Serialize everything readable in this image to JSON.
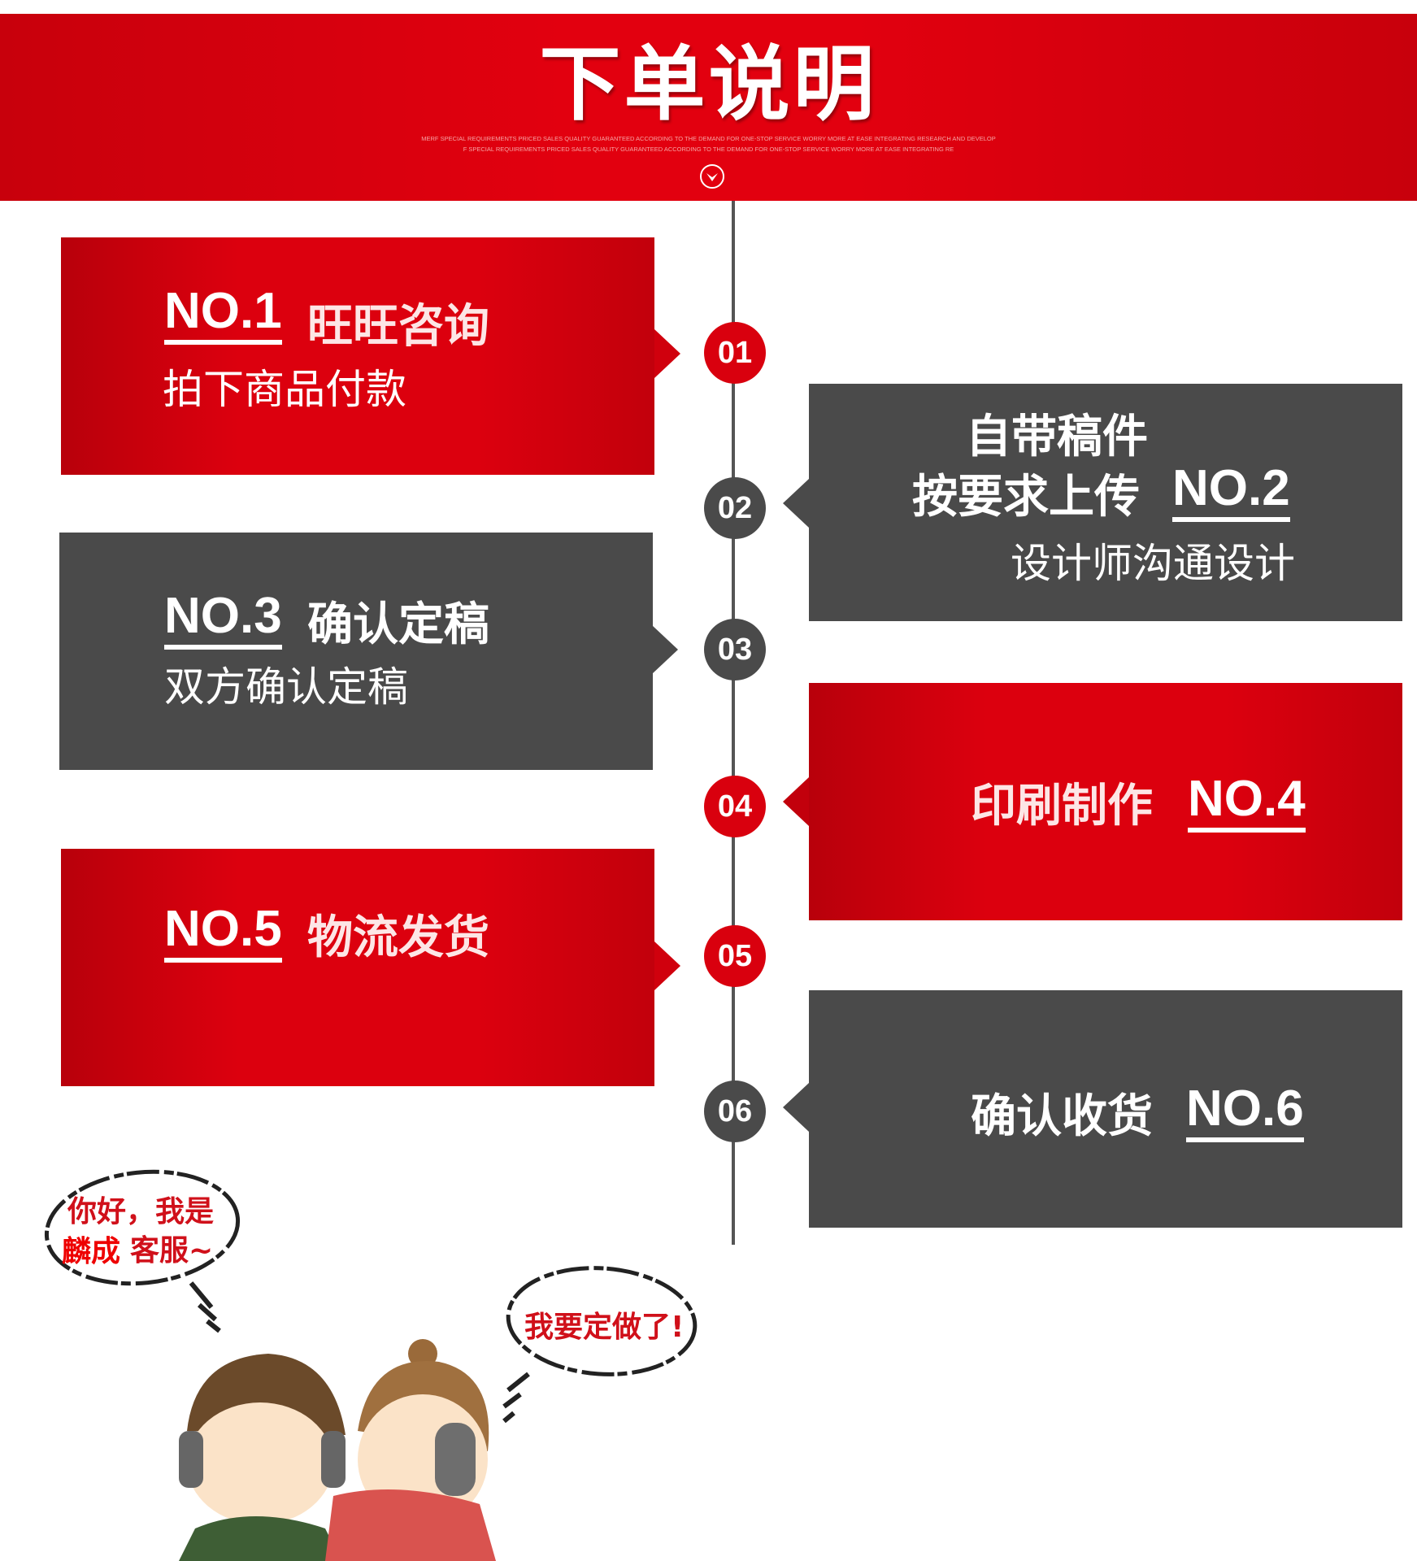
{
  "header": {
    "title": "下单说明",
    "subtitle_line1": "MERF SPECIAL REQUIREMENTS PRICED SALES QUALITY GUARANTEED ACCORDING TO THE DEMAND FOR ONE-STOP SERVICE WORRY MORE AT EASE INTEGRATING RESEARCH AND DEVELOP",
    "subtitle_line2": "F SPECIAL REQUIREMENTS PRICED SALES QUALITY GUARANTEED ACCORDING TO THE DEMAND FOR ONE-STOP SERVICE WORRY MORE AT EASE INTEGRATING RE",
    "icon": "chevron-down-circle-icon"
  },
  "colors": {
    "red": "#dc000e",
    "gray": "#4a4a4a",
    "white": "#ffffff"
  },
  "steps": [
    {
      "num": "01",
      "no": "NO.1",
      "title": "旺旺咨询",
      "desc": "拍下商品付款",
      "color": "red"
    },
    {
      "num": "02",
      "no": "NO.2",
      "title_line1": "自带稿件",
      "title": "按要求上传",
      "desc": "设计师沟通设计",
      "color": "gray"
    },
    {
      "num": "03",
      "no": "NO.3",
      "title": "确认定稿",
      "desc": "双方确认定稿",
      "color": "gray"
    },
    {
      "num": "04",
      "no": "NO.4",
      "title": "印刷制作",
      "color": "red"
    },
    {
      "num": "05",
      "no": "NO.5",
      "title": "物流发货",
      "color": "red"
    },
    {
      "num": "06",
      "no": "NO.6",
      "title": "确认收货",
      "color": "gray"
    }
  ],
  "cartoon": {
    "bubble1_line1": "你好，我是",
    "bubble1_brand": "麟成",
    "bubble1_line2": "客服~",
    "bubble2": "我要定做了!"
  }
}
